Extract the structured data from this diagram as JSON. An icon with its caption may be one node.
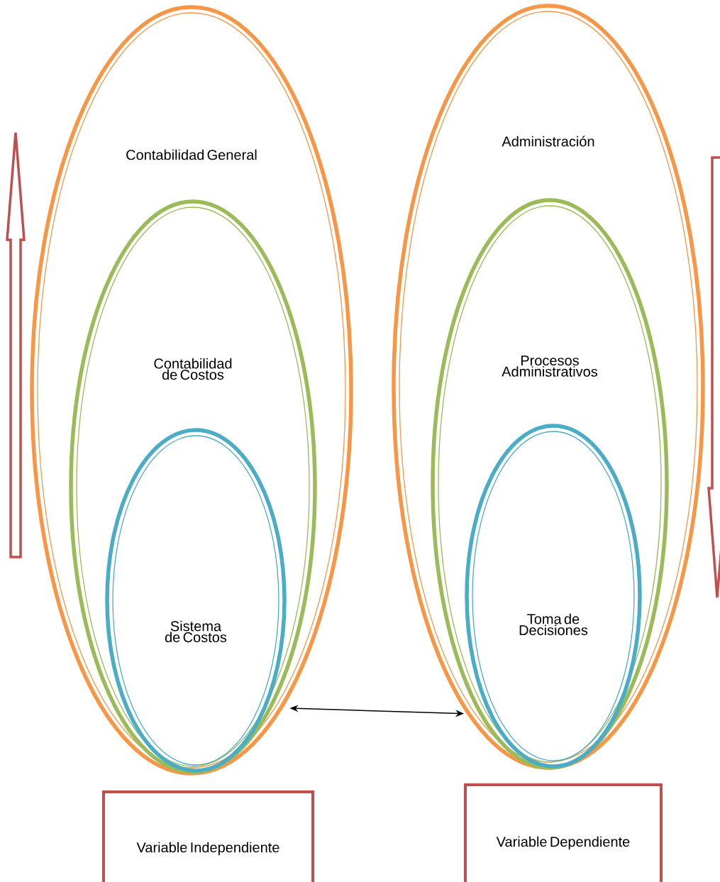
{
  "diagram": {
    "nodes": [
      {
        "text": [
          "Contabilidad General"
        ]
      },
      {
        "text": [
          "Contabilidad de Costos"
        ],
        "in": 0
      },
      {
        "text": [
          "Sistema de Costos"
        ],
        "in": 1
      },
      {
        "text": [
          "Administración"
        ]
      },
      {
        "text": [
          "Procesos Administrativos"
        ],
        "in": 3
      },
      {
        "text": [
          "Toma de Decisiones"
        ],
        "in": 4
      },
      {
        "text": [
          "Variable Independiente"
        ]
      },
      {
        "text": [
          "Variable Dependiente"
        ]
      }
    ],
    "edges": [
      {
        "from": 0,
        "to": 3,
        "arrow": "both"
      }
    ]
  }
}
